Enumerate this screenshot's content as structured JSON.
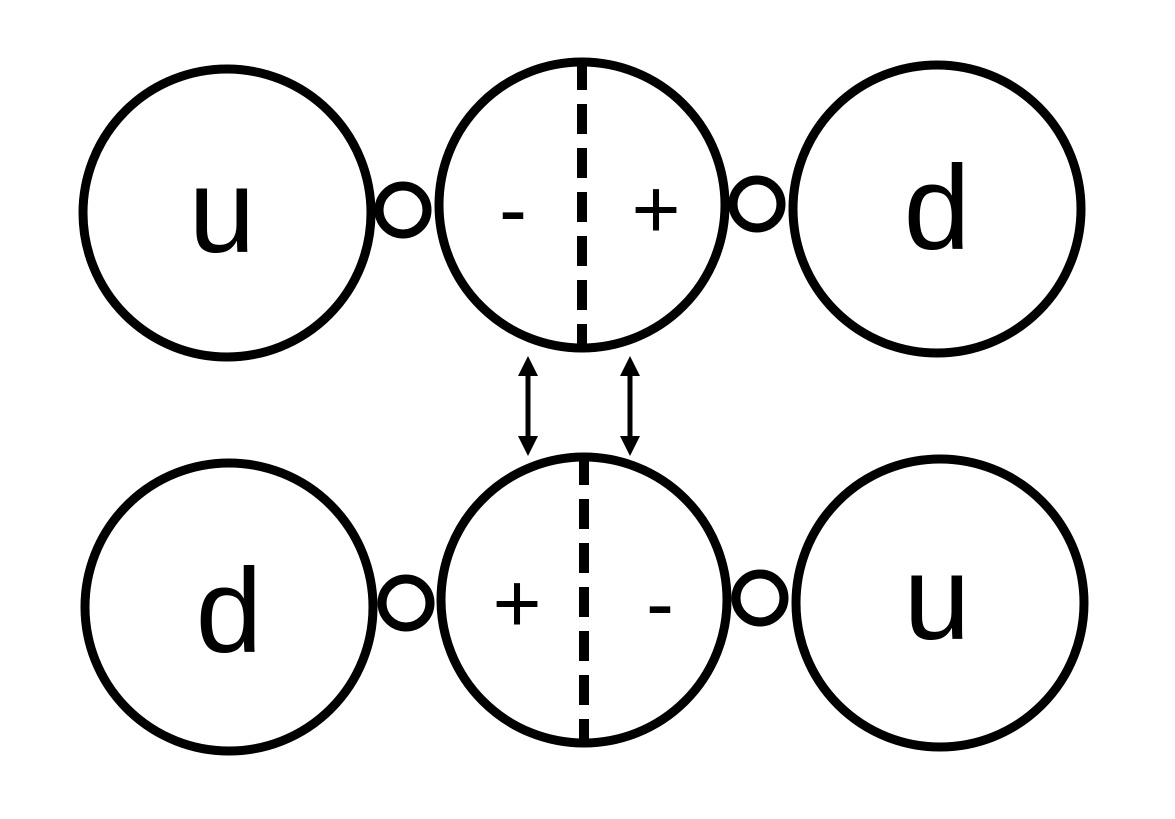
{
  "rows": [
    {
      "left_label": "u",
      "middle_left_sign": "-",
      "middle_right_sign": "+",
      "right_label": "d"
    },
    {
      "left_label": "d",
      "middle_left_sign": "+",
      "middle_right_sign": "-",
      "right_label": "u"
    }
  ]
}
